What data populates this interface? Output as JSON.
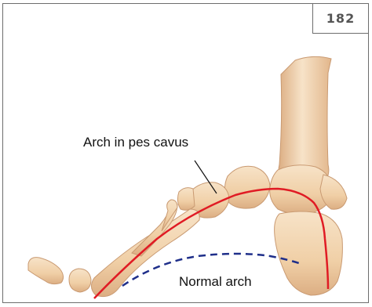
{
  "page_number": "182",
  "labels": {
    "pes_cavus_arch": "Arch in pes cavus",
    "normal_arch": "Normal arch"
  },
  "colors": {
    "bone_fill": "#f2d4ae",
    "bone_shadow": "#d9a97e",
    "pes_cavus_line": "#e01b24",
    "normal_arch_line": "#1f2f8a",
    "frame_border": "#6d6d6d"
  }
}
